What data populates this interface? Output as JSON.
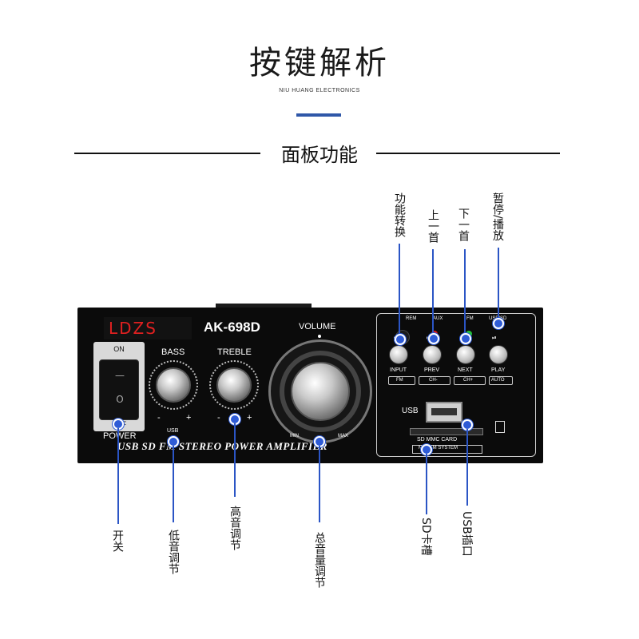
{
  "header": {
    "title": "按键解析",
    "subtitle": "NIU HUANG ELECTRONICS",
    "section": "面板功能"
  },
  "device": {
    "brand": "LDZS",
    "model": "AK-698D",
    "power_on": "ON",
    "power_off": "OFF",
    "power": "POWER",
    "bass": "BASS",
    "treble": "TREBLE",
    "volume": "VOLUME",
    "minus": "-",
    "plus": "+",
    "min": "MIN",
    "max": "MAX",
    "usb_small": "USB",
    "band_text": "USB SD FM STEREO POWER AMPLIFIER",
    "top_labels": [
      "REM",
      "AUX",
      "FM",
      "USB/SD"
    ],
    "buttons": [
      "INPUT",
      "PREV",
      "NEXT",
      "PLAY"
    ],
    "sub_labels": [
      "FM",
      "CH-",
      "CH+",
      "AUTO"
    ],
    "usb_port_label": "USB",
    "sd_label": "SD MMC CARD",
    "system_label": "MP3/FM SYSTEM",
    "rocker_on": "—",
    "rocker_off": "O"
  },
  "callouts": {
    "function_switch": "功能转换",
    "prev_track": "上一首",
    "next_track": "下一首",
    "pause_play": "暂停/播放",
    "power_switch": "开关",
    "bass_adjust": "低音调节",
    "treble_adjust": "高音调节",
    "volume_adjust": "总音量调节",
    "sd_slot": "SD卡槽",
    "usb_slot": "USB插口"
  },
  "colors": {
    "accent": "#2f57a8",
    "callout_line": "#2b55c5",
    "brand_red": "#e02020",
    "led_red": "#e01818",
    "led_green": "#22c03a"
  }
}
